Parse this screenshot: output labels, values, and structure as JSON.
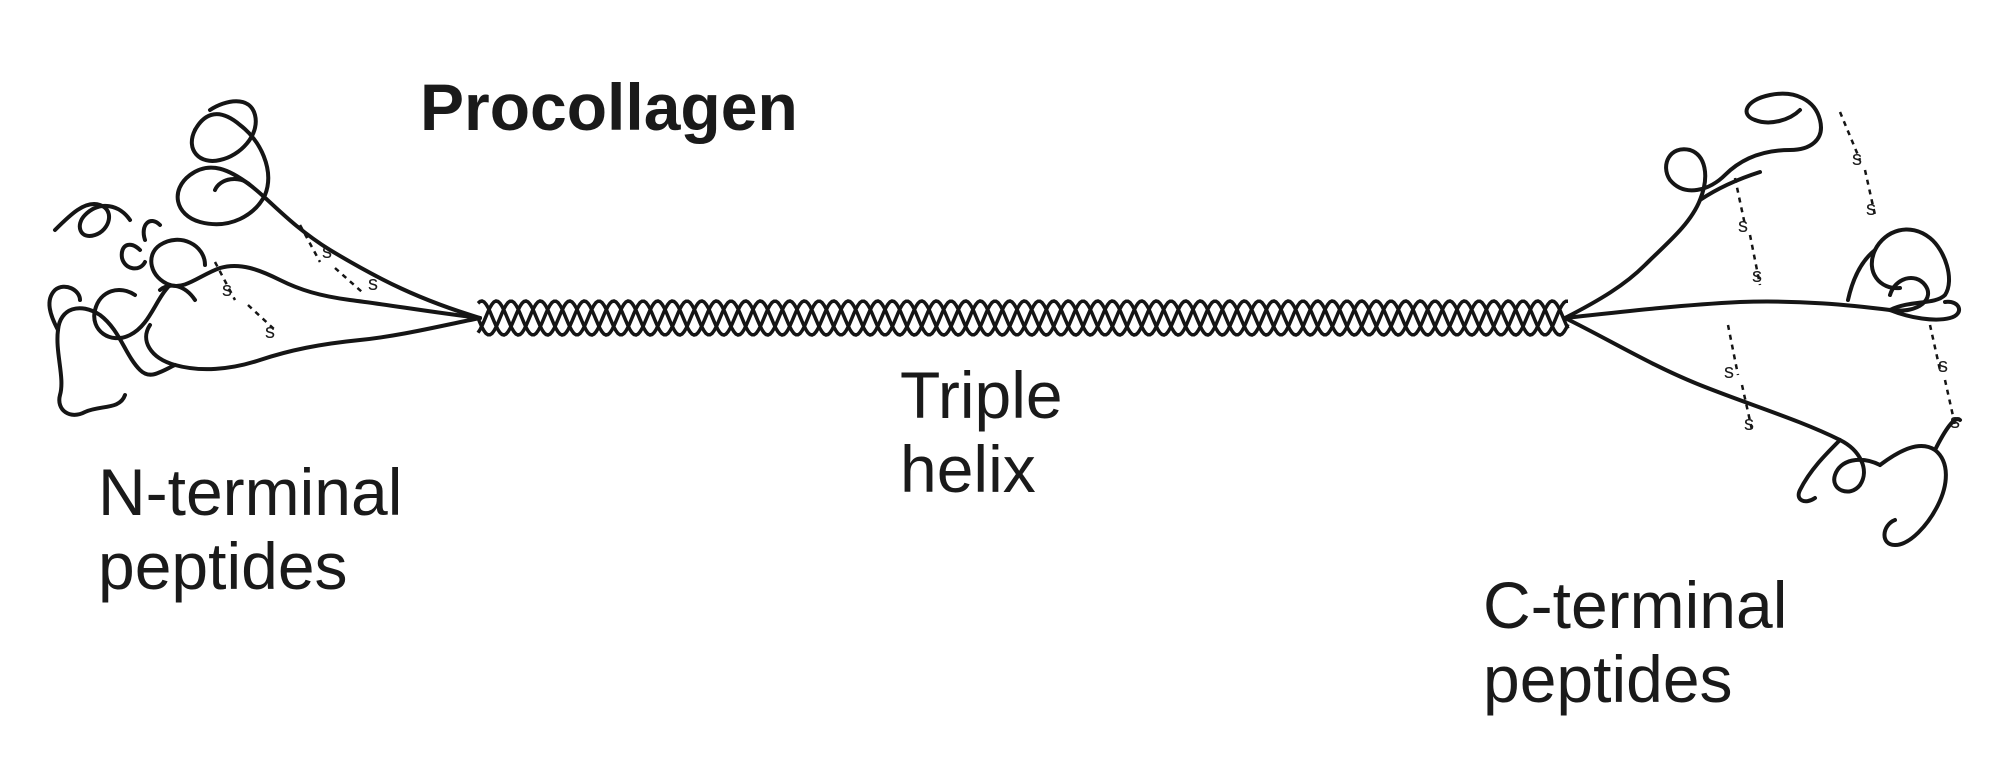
{
  "title": "Procollagen",
  "labels": {
    "n_terminal": [
      "N-terminal",
      "peptides"
    ],
    "triple_helix": [
      "Triple",
      "helix"
    ],
    "c_terminal": [
      "C-terminal",
      "peptides"
    ]
  },
  "disulfide_symbol": "s",
  "colors": {
    "ink": "#151515",
    "background": "#ffffff"
  }
}
